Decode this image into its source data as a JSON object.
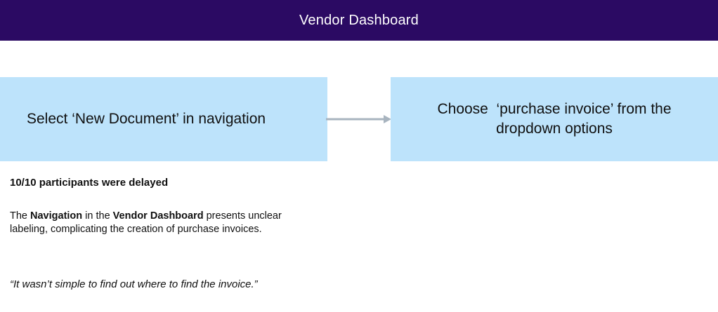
{
  "header": {
    "title": "Vendor Dashboard",
    "background_color": "#2B0A63",
    "text_color": "#FFFFFF"
  },
  "flow": {
    "box_color": "#BDE3FB",
    "arrow_color": "#A8B4BF",
    "arrow_icon": "arrow-right-icon",
    "steps": [
      {
        "id": "step-1",
        "label": "Select ‘New Document’ in navigation"
      },
      {
        "id": "step-2",
        "label": "Choose  ‘purchase invoice’ from the dropdown options"
      }
    ]
  },
  "findings": {
    "heading": "10/10 participants were delayed",
    "body": {
      "segment_1": "The ",
      "bold_1": "Navigation",
      "segment_2": " in the ",
      "bold_2": "Vendor Dashboard",
      "segment_3": " presents unclear labeling, complicating the creation of purchase invoices."
    },
    "quote": "“It wasn’t simple to find out where to find the invoice.”"
  }
}
